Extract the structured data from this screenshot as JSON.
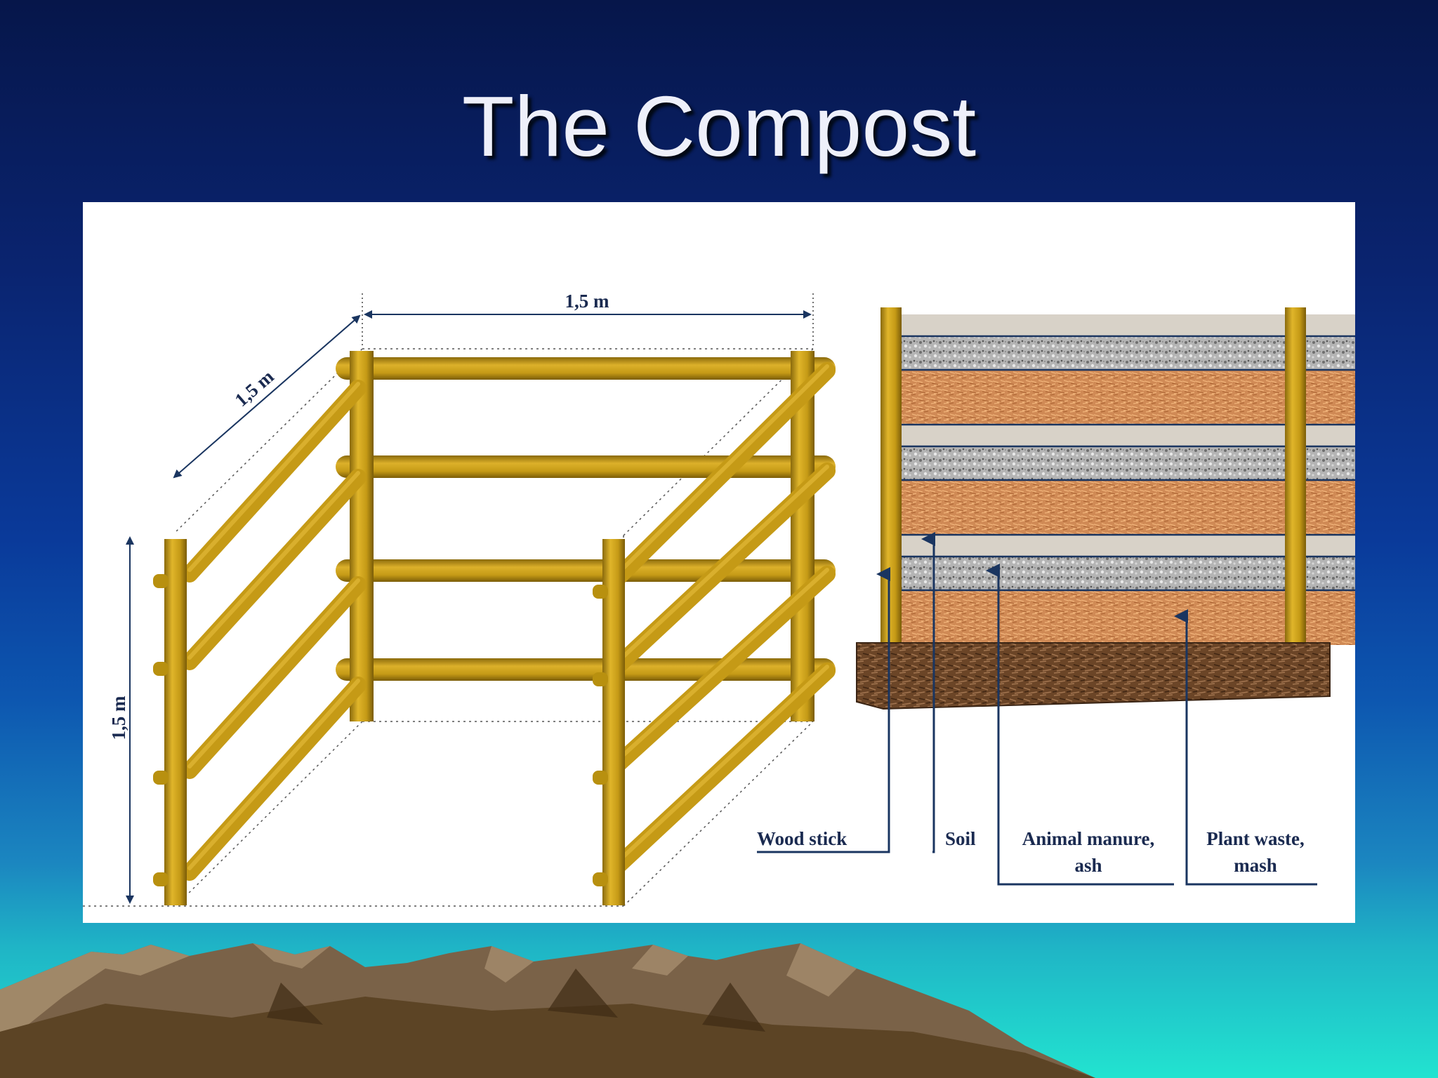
{
  "slide": {
    "title": "The Compost"
  },
  "diagram": {
    "dimensions": {
      "width": "1,5 m",
      "depth": "1,5 m",
      "height": "1,5 m"
    },
    "labels": {
      "wood_stick": "Wood stick",
      "soil": "Soil",
      "manure_line1": "Animal manure,",
      "manure_line2": "ash",
      "plant_line1": "Plant waste,",
      "plant_line2": "mash"
    },
    "colors": {
      "wood": "#c59a16",
      "soil_layer": "#cdc8be",
      "manure_layer": "#9a9a9a",
      "plant_layer": "#cf8a55",
      "ground": "#6b4527",
      "arrow": "#1a3560"
    }
  }
}
